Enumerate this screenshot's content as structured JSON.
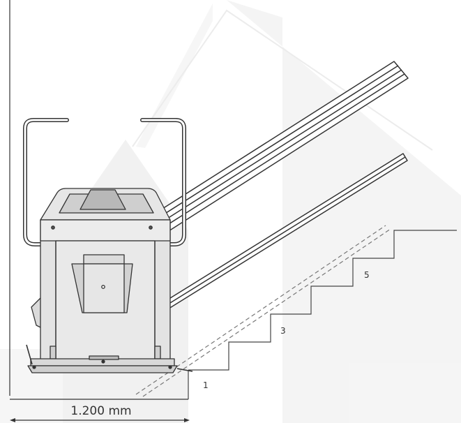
{
  "diagram": {
    "step_labels": [
      "1",
      "3",
      "5"
    ],
    "dimension_label": "1.200 mm"
  },
  "colors": {
    "line": "#333333",
    "watermark": "#f3f3f3",
    "platform_body": "#e2e2e2",
    "platform_dark": "#bdbdbd",
    "deck": "#d9d9d9"
  }
}
